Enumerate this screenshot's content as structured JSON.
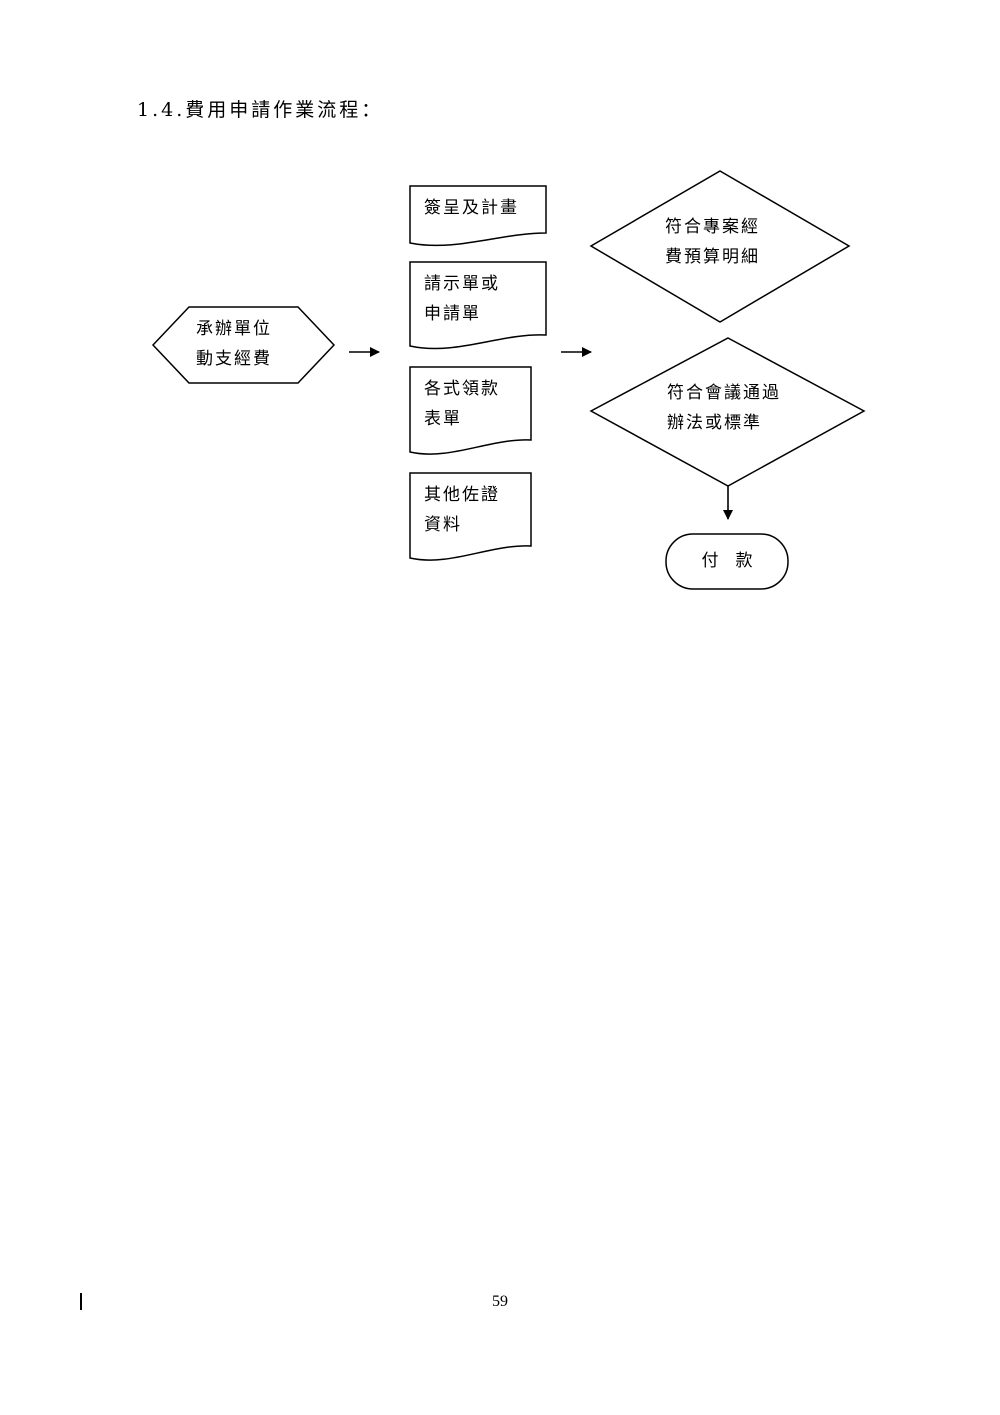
{
  "section_title": "1.4.費用申請作業流程：",
  "flowchart": {
    "start_node": {
      "lines": [
        "承辦單位",
        "動支經費"
      ]
    },
    "documents": [
      {
        "lines": [
          "簽呈及計畫"
        ]
      },
      {
        "lines": [
          "請示單或",
          "申請單"
        ]
      },
      {
        "lines": [
          "各式領款",
          "表單"
        ]
      },
      {
        "lines": [
          "其他佐證",
          "資料"
        ]
      }
    ],
    "decisions": [
      {
        "lines": [
          "符合專案經",
          "費預算明細"
        ]
      },
      {
        "lines": [
          "符合會議通過",
          "辦法或標準"
        ]
      }
    ],
    "end_node": {
      "label": "付　款"
    }
  },
  "footer": {
    "page_number": "59"
  }
}
